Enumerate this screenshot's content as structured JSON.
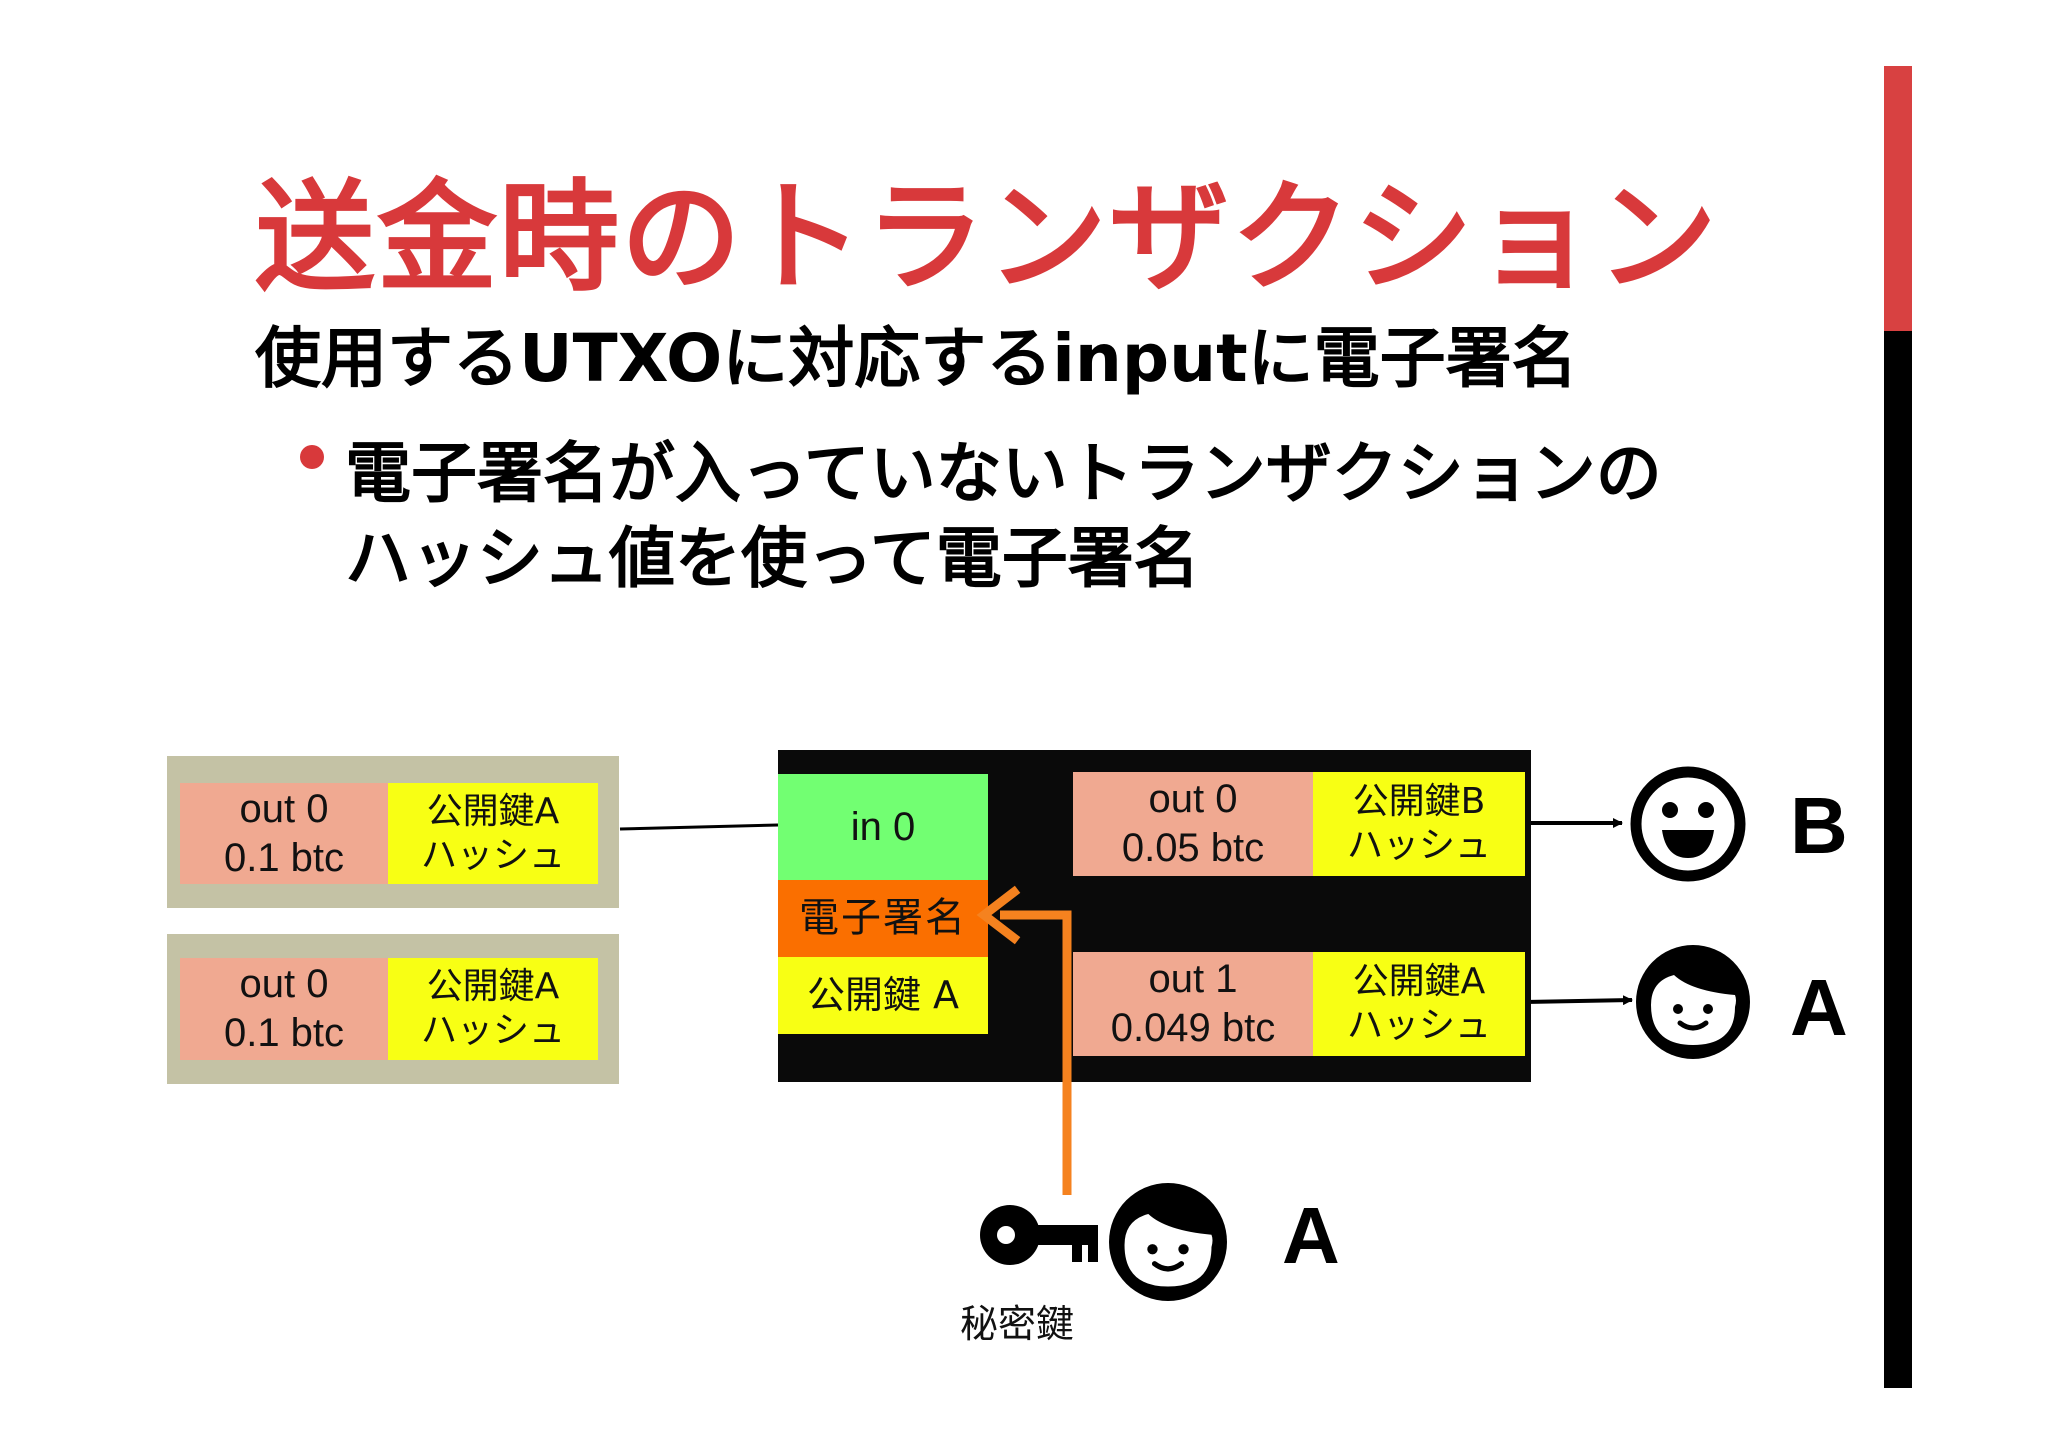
{
  "slide": {
    "title": "送金時のトランザクション",
    "subtitle": "使用するUTXOに対応するinputに電子署名",
    "bullet": {
      "line1": "電子署名が入っていないトランザクションの",
      "line2": "ハッシュ値を使って電子署名"
    }
  },
  "utxos": [
    {
      "out_label": "out 0",
      "amount": "0.1 btc",
      "hash_line1": "公開鍵A",
      "hash_line2": "ハッシュ"
    },
    {
      "out_label": "out 0",
      "amount": "0.1 btc",
      "hash_line1": "公開鍵A",
      "hash_line2": "ハッシュ"
    }
  ],
  "transaction": {
    "input": {
      "label": "in 0",
      "signature": "電子署名",
      "public_key": "公開鍵 A"
    },
    "outputs": [
      {
        "out_label": "out 0",
        "amount": "0.05 btc",
        "hash_line1": "公開鍵B",
        "hash_line2": "ハッシュ",
        "recipient": "B"
      },
      {
        "out_label": "out 1",
        "amount": "0.049 btc",
        "hash_line1": "公開鍵A",
        "hash_line2": "ハッシュ",
        "recipient": "A"
      }
    ]
  },
  "signer": {
    "name": "A",
    "key_label": "秘密鍵"
  },
  "colors": {
    "accent_red": "#d8393b",
    "signature_arrow": "#f5821f",
    "utxo_frame": "#c4c2a5",
    "amount_cell": "#f0a991",
    "hash_cell": "#f8ff14",
    "input_cell": "#72ff72",
    "signature_cell": "#fa6f00"
  },
  "icons": [
    "smiley-face-icon",
    "person-face-icon",
    "key-icon"
  ]
}
